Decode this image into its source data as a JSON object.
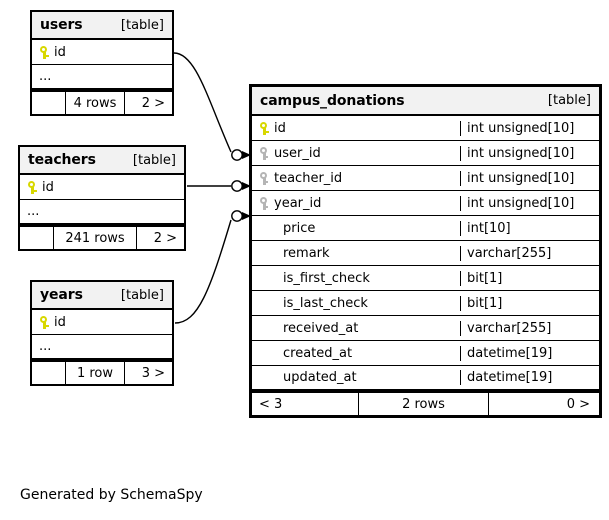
{
  "diagram": {
    "generator_note": "Generated by SchemaSpy",
    "table_tag": "[table]"
  },
  "tables": {
    "users": {
      "name": "users",
      "tag": "[table]",
      "columns": [
        {
          "name": "id",
          "key": "primary"
        }
      ],
      "ellipsis": "...",
      "footer": {
        "left": "",
        "middle": "4 rows",
        "right": "2 >"
      }
    },
    "teachers": {
      "name": "teachers",
      "tag": "[table]",
      "columns": [
        {
          "name": "id",
          "key": "primary"
        }
      ],
      "ellipsis": "...",
      "footer": {
        "left": "",
        "middle": "241 rows",
        "right": "2 >"
      }
    },
    "years": {
      "name": "years",
      "tag": "[table]",
      "columns": [
        {
          "name": "id",
          "key": "primary"
        }
      ],
      "ellipsis": "...",
      "footer": {
        "left": "",
        "middle": "1 row",
        "right": "3 >"
      }
    },
    "campus_donations": {
      "name": "campus_donations",
      "tag": "[table]",
      "columns": [
        {
          "name": "id",
          "type": "int unsigned[10]",
          "key": "primary"
        },
        {
          "name": "user_id",
          "type": "int unsigned[10]",
          "key": "foreign"
        },
        {
          "name": "teacher_id",
          "type": "int unsigned[10]",
          "key": "foreign"
        },
        {
          "name": "year_id",
          "type": "int unsigned[10]",
          "key": "foreign"
        },
        {
          "name": "price",
          "type": "int[10]",
          "key": "none"
        },
        {
          "name": "remark",
          "type": "varchar[255]",
          "key": "none"
        },
        {
          "name": "is_first_check",
          "type": "bit[1]",
          "key": "none"
        },
        {
          "name": "is_last_check",
          "type": "bit[1]",
          "key": "none"
        },
        {
          "name": "received_at",
          "type": "varchar[255]",
          "key": "none"
        },
        {
          "name": "created_at",
          "type": "datetime[19]",
          "key": "none"
        },
        {
          "name": "updated_at",
          "type": "datetime[19]",
          "key": "none"
        }
      ],
      "footer": {
        "left": "< 3",
        "middle": "2 rows",
        "right": "0 >"
      }
    }
  },
  "relationships": [
    {
      "from": "users.id",
      "to": "campus_donations.user_id"
    },
    {
      "from": "teachers.id",
      "to": "campus_donations.teacher_id"
    },
    {
      "from": "years.id",
      "to": "campus_donations.year_id"
    }
  ],
  "colors": {
    "primary_key": "#d8d800",
    "foreign_key": "#b5b5b5",
    "header_background": "#f2f2f2",
    "border": "#000000",
    "background": "#ffffff"
  }
}
